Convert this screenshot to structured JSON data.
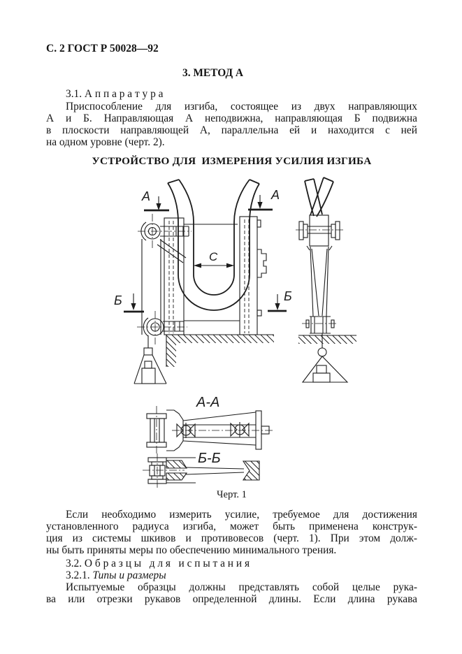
{
  "header": {
    "text": "С. 2 ГОСТ Р 50028—92"
  },
  "headings": {
    "method": "3. МЕТОД А",
    "apparatus": "3.1. А п п а р а т у р а",
    "device": "УСТРОЙСТВО ДЛЯ  ИЗМЕРЕНИЯ УСИЛИЯ ИЗГИБА",
    "samples": "3.2. О б р а з ц ы   д л я   и с п ы т а н и я",
    "types_prefix": "3.2.1. ",
    "types_italic": "Типы и размеры"
  },
  "paragraph1": {
    "lines": [
      "Приспособление для изгиба, состоящее из двух направляющих",
      "А и Б. Направляющая А неподвижна, направляющая Б подвижна",
      "в плоскости направляющей А, параллельна ей и находится с ней",
      "на одном уровне (черт. 2)."
    ]
  },
  "figure": {
    "caption": "Черт. 1",
    "labels": {
      "a_left": "А",
      "a_right": "А",
      "b_left": "Б",
      "b_right": "Б",
      "c_dim": "С",
      "aa": "А-А",
      "bb": "Б-Б"
    }
  },
  "paragraph2": {
    "lines": [
      "Если необходимо измерить усилие, требуемое для достижения",
      "установленного радиуса изгиба, может быть применена конструк-",
      "ция из системы шкивов и противовесов (черт. 1). При этом долж-",
      "ны быть приняты меры по обеспечению минимального трения."
    ]
  },
  "paragraph3": {
    "lines": [
      "Испытуемые образцы должны представлять собой целые рука-",
      "ва или отрезки рукавов определенной длины. Если длина рукава"
    ]
  }
}
